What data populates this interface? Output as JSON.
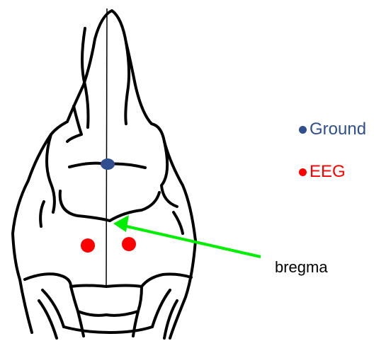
{
  "legend": {
    "ground": {
      "label": "Ground",
      "color": "#2f4f8f"
    },
    "eeg": {
      "label": "EEG",
      "color": "#ff0000"
    }
  },
  "annotation": {
    "label": "bregma",
    "arrow_color": "#00ee00"
  },
  "markers": {
    "ground_electrode": {
      "color": "#2f4f8f"
    },
    "eeg_electrodes": {
      "color": "#ff0000",
      "count": 2
    }
  },
  "skull": {
    "stroke_color": "#000000"
  }
}
